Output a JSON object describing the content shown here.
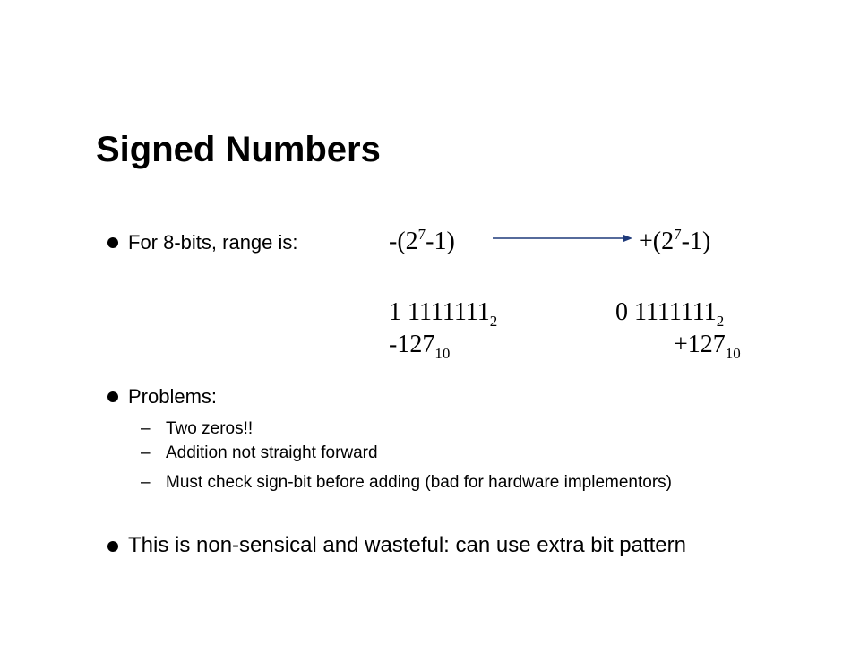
{
  "slide": {
    "title": "Signed Numbers",
    "bullet1": {
      "text": "For 8-bits, range is:",
      "min_expr": {
        "prefix": "-(2",
        "exp": "7",
        "suffix": "-1)"
      },
      "max_expr": {
        "prefix": "+(2",
        "exp": "7",
        "suffix": "-1)"
      },
      "min_binary": {
        "value": "1 1111111",
        "base": "2"
      },
      "max_binary": {
        "value": "0 1111111",
        "base": "2"
      },
      "min_decimal": {
        "value": "-127",
        "base": "10"
      },
      "max_decimal": {
        "value": "+127",
        "base": "10"
      }
    },
    "bullet2": {
      "text": "Problems:",
      "subitems": [
        {
          "dash": "–",
          "text": "Two zeros!!"
        },
        {
          "dash": "–",
          "text": "Addition not straight forward"
        },
        {
          "dash": "–",
          "text": "Must check sign-bit before adding (bad for hardware implementors)"
        }
      ]
    },
    "bullet3": {
      "text": "This is non-sensical and wasteful: can use extra bit pattern"
    },
    "colors": {
      "arrow": "#1f3a7a"
    }
  }
}
